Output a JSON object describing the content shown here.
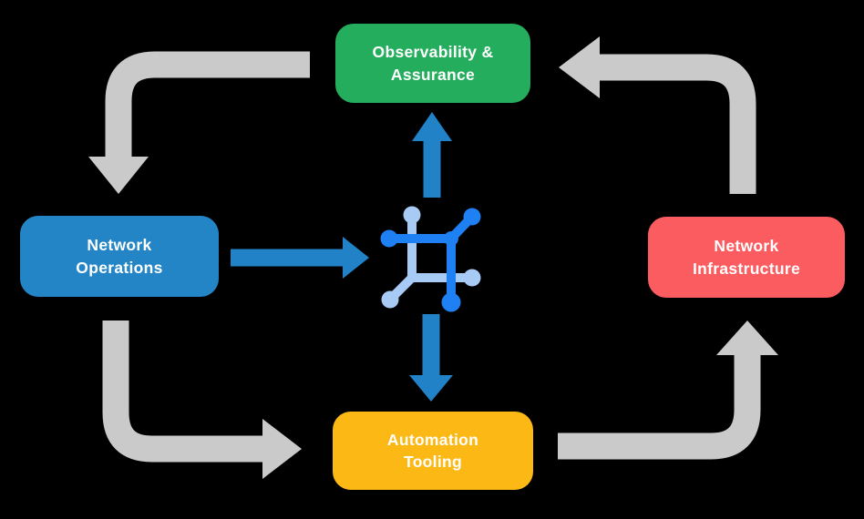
{
  "diagram": {
    "type": "cycle-flow-diagram",
    "background_color": "#000000"
  },
  "nodes": {
    "observability": {
      "label": "Observability &\nAssurance",
      "color": "#24AD5C"
    },
    "operations": {
      "label": "Network\nOperations",
      "color": "#2384C6"
    },
    "infrastructure": {
      "label": "Network\nInfrastructure",
      "color": "#FA5C5F"
    },
    "automation": {
      "label": "Automation\nTooling",
      "color": "#FCB915"
    }
  },
  "center_icon": {
    "name": "network-mesh-icon",
    "primary_color": "#1E80F2",
    "secondary_color": "#A8CBF5"
  },
  "arrows": {
    "gray_color": "#CACACA",
    "blue_color": "#2182C8",
    "cycle": [
      {
        "from": "Observability & Assurance",
        "to": "Network Operations"
      },
      {
        "from": "Network Operations",
        "to": "Automation Tooling"
      },
      {
        "from": "Automation Tooling",
        "to": "Network Infrastructure"
      },
      {
        "from": "Network Infrastructure",
        "to": "Observability & Assurance"
      }
    ],
    "hub": [
      {
        "from": "Network Operations",
        "to": "center icon"
      },
      {
        "from": "center icon",
        "to": "Observability & Assurance"
      },
      {
        "from": "center icon",
        "to": "Automation Tooling"
      }
    ]
  }
}
